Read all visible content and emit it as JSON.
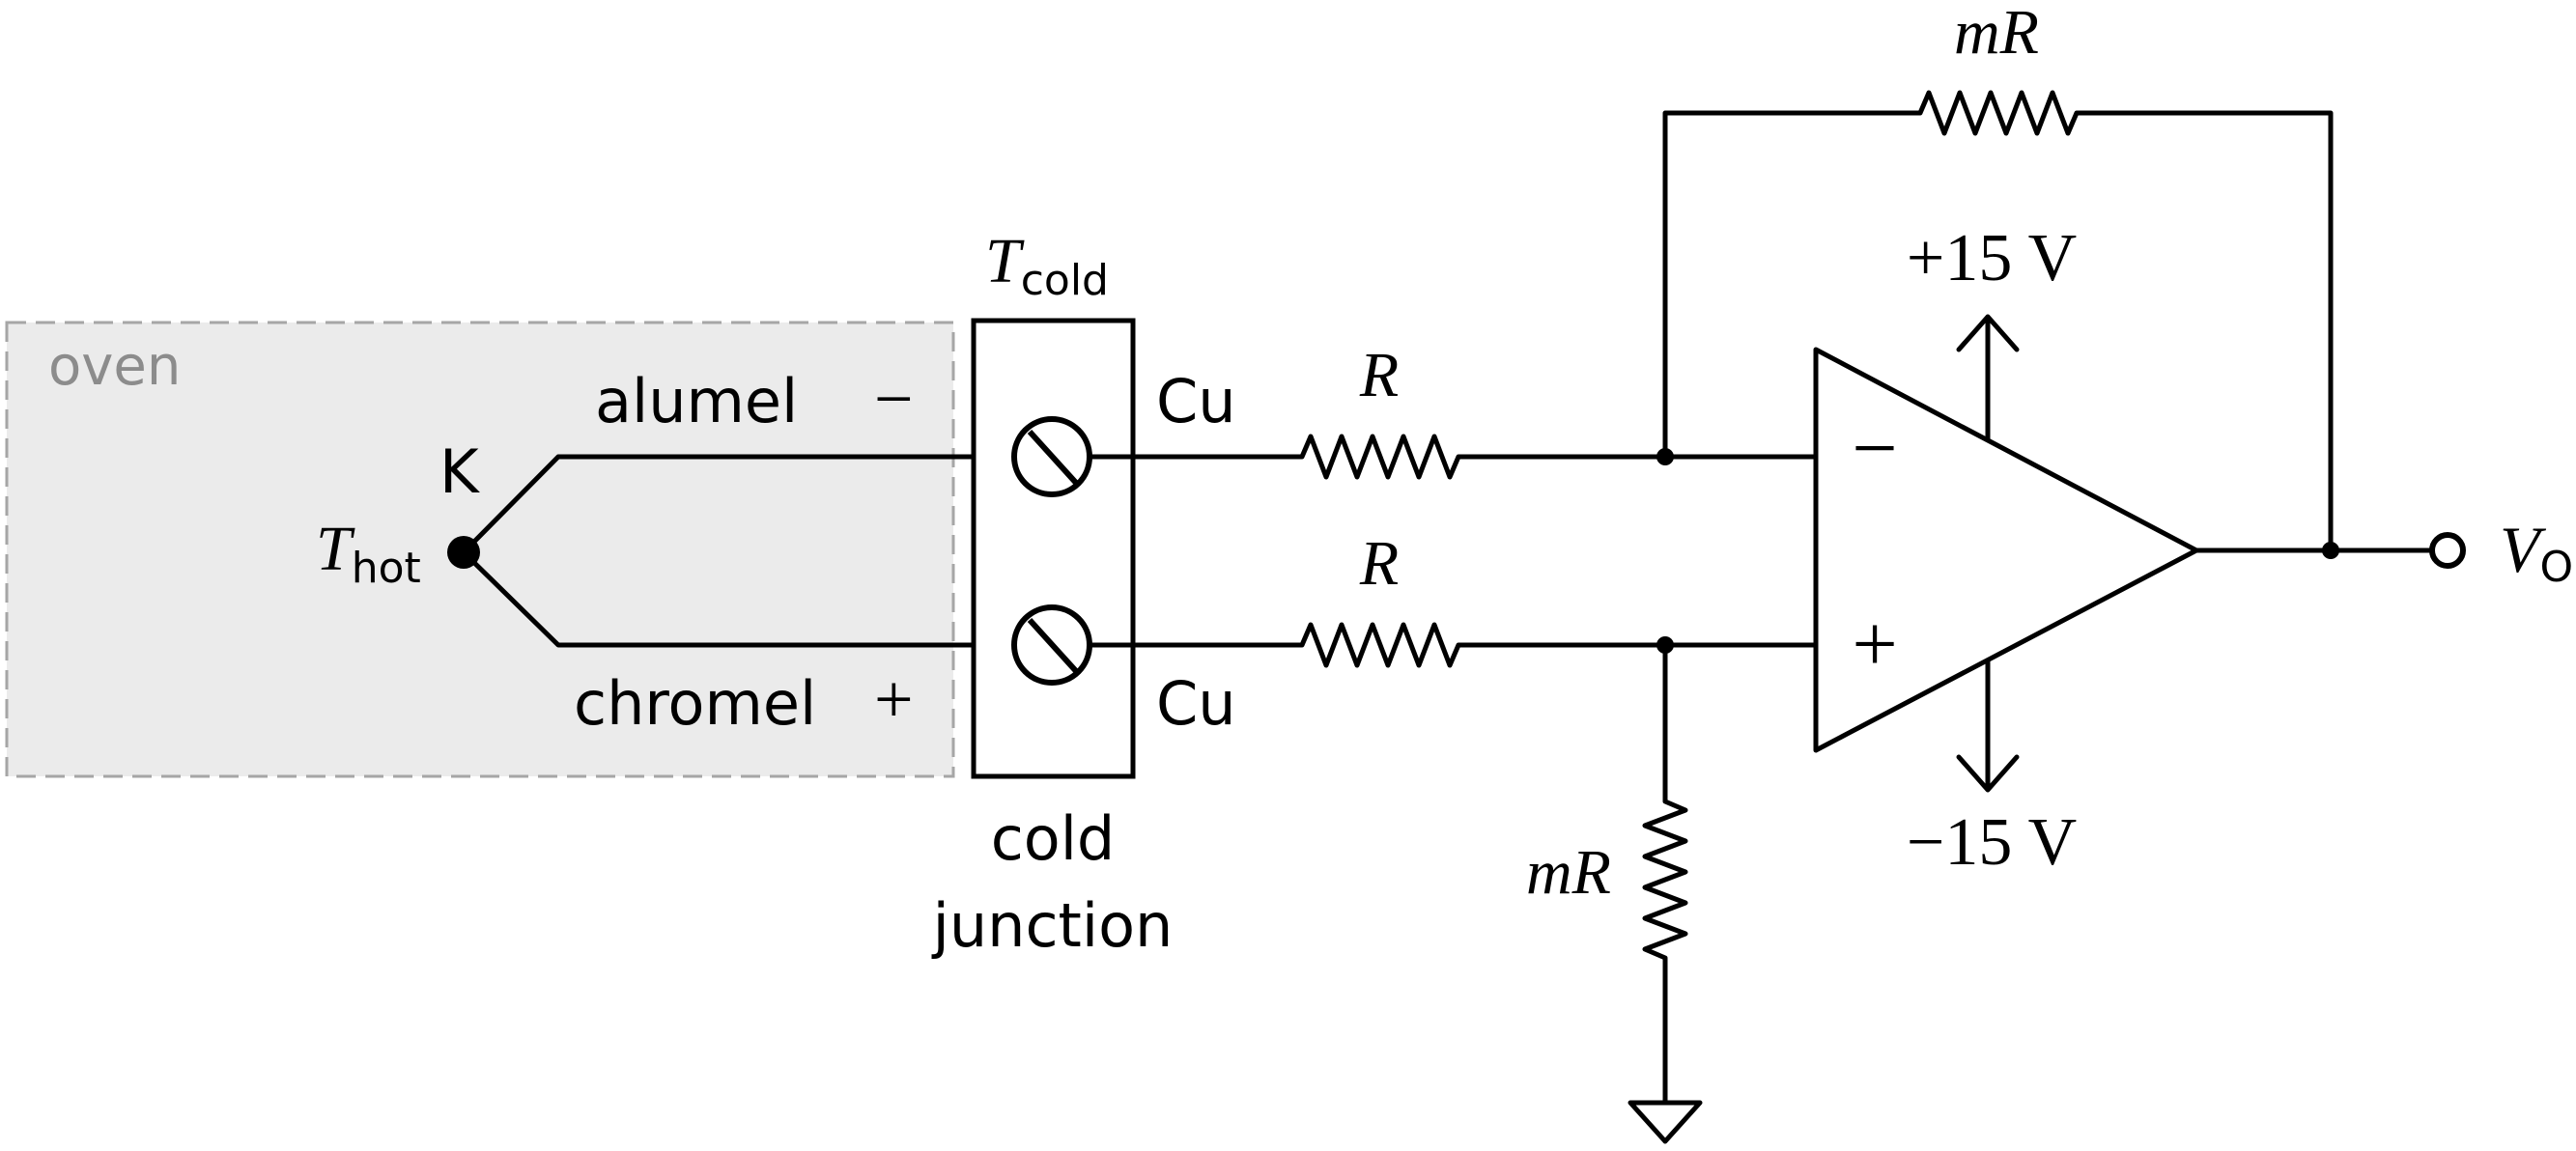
{
  "oven": {
    "label": "oven",
    "fill_color": "#ebebeb",
    "border_color": "#a6a6a6"
  },
  "thermocouple": {
    "type_label": "K",
    "hot_symbol": "T",
    "hot_subscript": "hot",
    "wire_top_label": "alumel",
    "wire_top_polarity": "−",
    "wire_bottom_label": "chromel",
    "wire_bottom_polarity": "+"
  },
  "cold_junction": {
    "temp_symbol": "T",
    "temp_subscript": "cold",
    "label_line1": "cold",
    "label_line2": "junction",
    "top_out_label": "Cu",
    "bottom_out_label": "Cu"
  },
  "resistors": {
    "input_top": "R",
    "input_bottom": "R",
    "feedback_m": "m",
    "feedback_r": "R",
    "ground_m": "m",
    "ground_r": "R"
  },
  "opamp": {
    "inverting_symbol": "−",
    "noninverting_symbol": "+",
    "supply_positive": "+15 V",
    "supply_negative": "−15 V"
  },
  "output": {
    "symbol": "V",
    "subscript": "O"
  }
}
